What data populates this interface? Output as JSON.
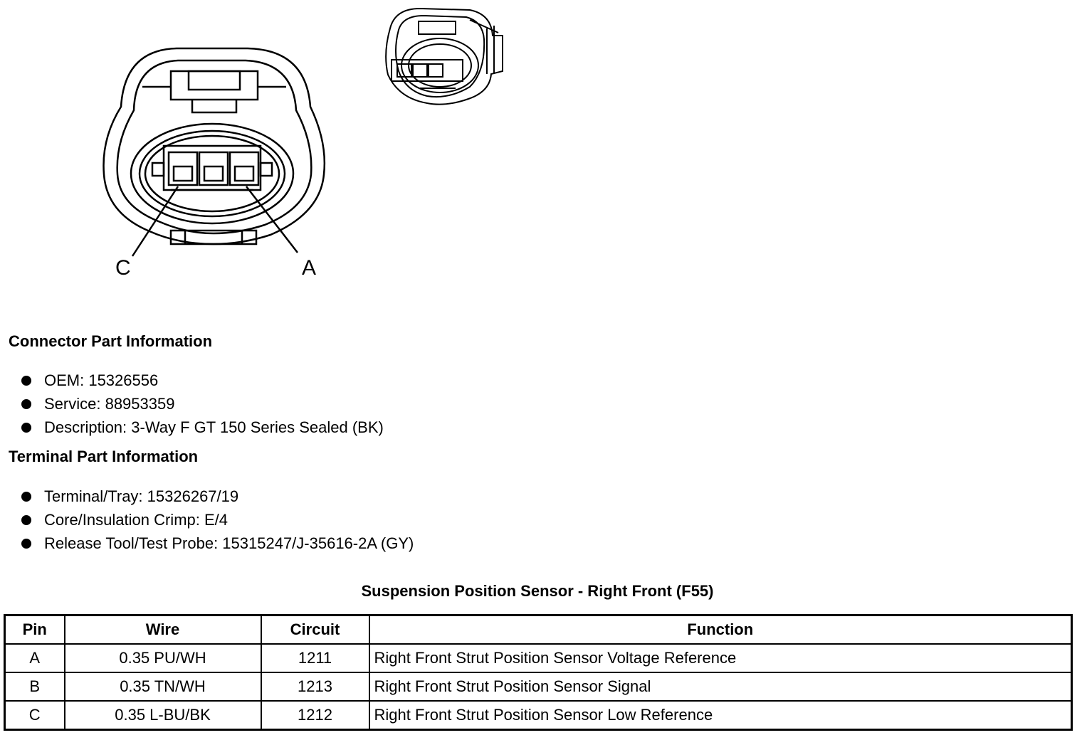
{
  "connector_view": {
    "pin_labels": {
      "left": "C",
      "right": "A"
    }
  },
  "connector_part_information": {
    "heading": "Connector Part Information",
    "items": [
      "OEM: 15326556",
      "Service: 88953359",
      "Description: 3-Way F GT 150 Series Sealed (BK)"
    ]
  },
  "terminal_part_information": {
    "heading": "Terminal Part Information",
    "items": [
      "Terminal/Tray: 15326267/19",
      "Core/Insulation Crimp: E/4",
      "Release Tool/Test Probe: 15315247/J-35616-2A (GY)"
    ]
  },
  "pinout_table": {
    "title": "Suspension Position Sensor - Right Front (F55)",
    "headers": [
      "Pin",
      "Wire",
      "Circuit",
      "Function"
    ],
    "rows": [
      [
        "A",
        "0.35 PU/WH",
        "1211",
        "Right Front Strut Position Sensor Voltage Reference"
      ],
      [
        "B",
        "0.35 TN/WH",
        "1213",
        "Right Front Strut Position Sensor Signal"
      ],
      [
        "C",
        "0.35 L-BU/BK",
        "1212",
        "Right Front Strut Position Sensor Low Reference"
      ]
    ]
  }
}
